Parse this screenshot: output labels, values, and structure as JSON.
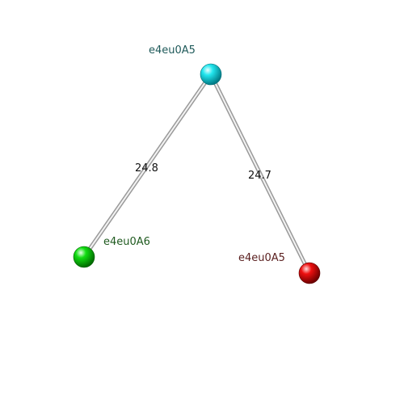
{
  "colors": {
    "background": "#ffffff",
    "bond_light": "#f2f2f2",
    "bond_dark": "#8a8a8a"
  },
  "atoms": [
    {
      "id": "a5",
      "label": "e4eu0A5",
      "color": "#00d5e0",
      "label_color": "#1f5a5a"
    },
    {
      "id": "a6",
      "label": "e4eu0A6",
      "color": "#00d200",
      "label_color": "#1f5a1f"
    },
    {
      "id": "a5b",
      "label": "e4eu0A5",
      "color": "#e00000",
      "label_color": "#5a1f1f"
    }
  ],
  "bonds": [
    {
      "from": "a5",
      "to": "a6",
      "distance": "24.8"
    },
    {
      "from": "a5",
      "to": "a5b",
      "distance": "24.7"
    }
  ]
}
